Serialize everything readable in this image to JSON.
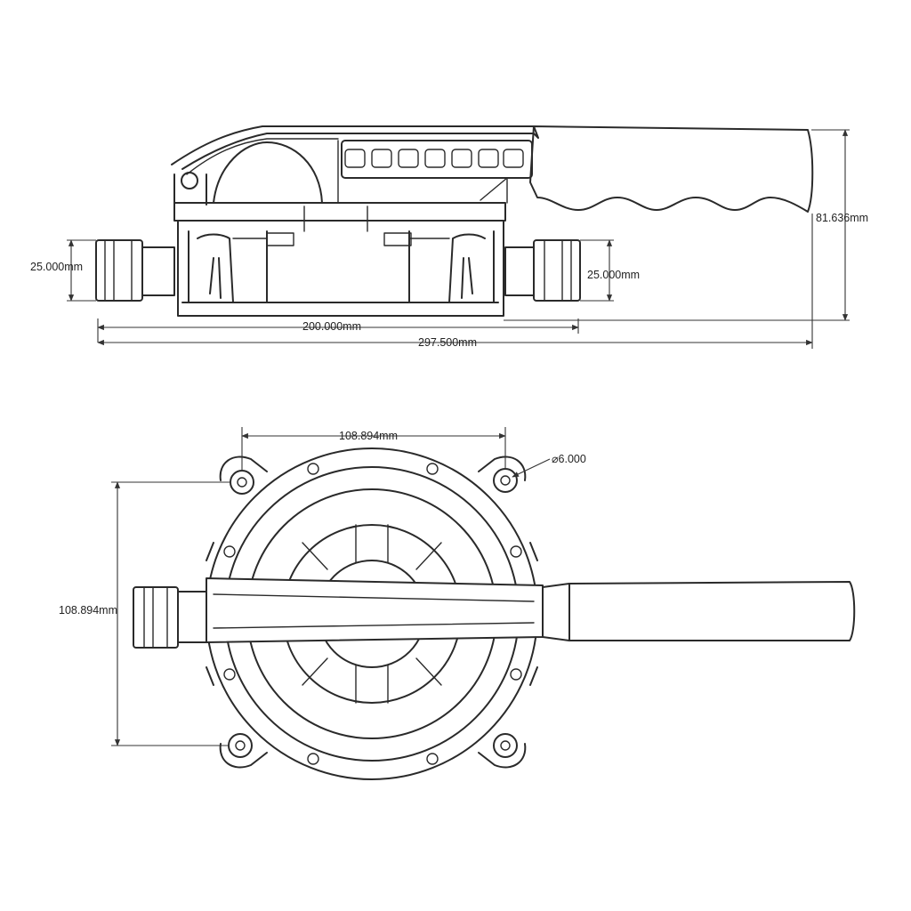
{
  "side_view": {
    "inlet_diameter_label": "25.000mm",
    "outlet_diameter_label": "25.000mm",
    "base_length_label": "200.000mm",
    "overall_length_label": "297.500mm",
    "overall_height_label": "81.636mm"
  },
  "top_view": {
    "width_label": "108.894mm",
    "height_label": "108.894mm",
    "hole_diameter_label": "⌀6.000"
  },
  "colors": {
    "line": "#2a2a2a",
    "background": "#ffffff"
  }
}
